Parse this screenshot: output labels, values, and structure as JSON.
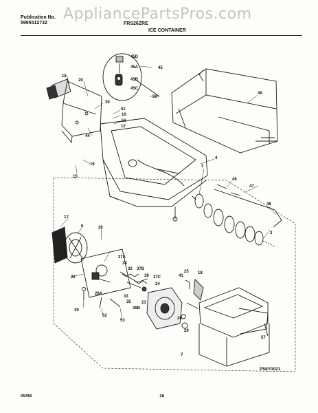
{
  "watermark": "AppliancePartsPros.com",
  "header": {
    "publication_label": "Publication No.",
    "publication_number": "5995512732",
    "model": "FRS26ZRE",
    "section_title": "ICE CONTAINER"
  },
  "diagram_code": "P58Y0021",
  "footer": {
    "date": "09/98",
    "page_number": "16"
  },
  "callouts": [
    {
      "id": "c18a",
      "text": "18"
    },
    {
      "id": "c20",
      "text": "20"
    },
    {
      "id": "c45d",
      "text": "45D"
    },
    {
      "id": "c45",
      "text": "45"
    },
    {
      "id": "c45a",
      "text": "45A"
    },
    {
      "id": "c45b",
      "text": "45B"
    },
    {
      "id": "c45c",
      "text": "45C"
    },
    {
      "id": "c50",
      "text": "50"
    },
    {
      "id": "c49",
      "text": "49"
    },
    {
      "id": "c39a",
      "text": "39"
    },
    {
      "id": "c51a",
      "text": "51"
    },
    {
      "id": "c10",
      "text": "10"
    },
    {
      "id": "c51b",
      "text": "51"
    },
    {
      "id": "c12",
      "text": "12"
    },
    {
      "id": "c44",
      "text": "44"
    },
    {
      "id": "c16",
      "text": "16"
    },
    {
      "id": "c15",
      "text": "15"
    },
    {
      "id": "c3",
      "text": "3"
    },
    {
      "id": "c4",
      "text": "4"
    },
    {
      "id": "c46",
      "text": "46"
    },
    {
      "id": "c47",
      "text": "47"
    },
    {
      "id": "c48",
      "text": "48"
    },
    {
      "id": "c2",
      "text": "2"
    },
    {
      "id": "c17",
      "text": "17"
    },
    {
      "id": "c6",
      "text": "6"
    },
    {
      "id": "c26",
      "text": "26"
    },
    {
      "id": "c37a",
      "text": "37A"
    },
    {
      "id": "c34",
      "text": "34"
    },
    {
      "id": "c32",
      "text": "32"
    },
    {
      "id": "c37b",
      "text": "37B"
    },
    {
      "id": "c22",
      "text": "22"
    },
    {
      "id": "c38",
      "text": "38"
    },
    {
      "id": "c37c",
      "text": "37C"
    },
    {
      "id": "c24",
      "text": "24"
    },
    {
      "id": "c41",
      "text": "41"
    },
    {
      "id": "c25",
      "text": "25"
    },
    {
      "id": "c18b",
      "text": "18"
    },
    {
      "id": "c28a",
      "text": "28A"
    },
    {
      "id": "c33",
      "text": "33"
    },
    {
      "id": "c35",
      "text": "35"
    },
    {
      "id": "c36b",
      "text": "36B"
    },
    {
      "id": "c23",
      "text": "23"
    },
    {
      "id": "c39b",
      "text": "39"
    },
    {
      "id": "c52",
      "text": "52"
    },
    {
      "id": "c53",
      "text": "53"
    },
    {
      "id": "c30",
      "text": "30"
    },
    {
      "id": "c29",
      "text": "29"
    },
    {
      "id": "c57",
      "text": "57"
    },
    {
      "id": "c7",
      "text": "7"
    }
  ]
}
